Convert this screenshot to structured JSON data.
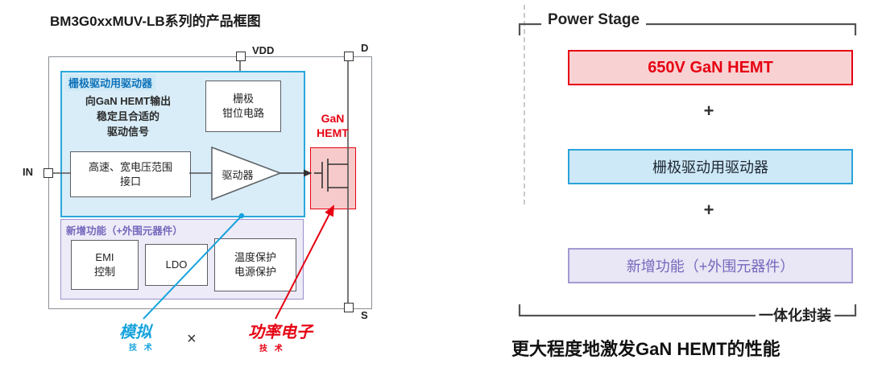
{
  "left": {
    "title": "BM3G0xxMUV-LB系列的产品框图",
    "terminals": {
      "vdd": "VDD",
      "d": "D",
      "in": "IN",
      "s": "S"
    },
    "driver_block": {
      "header": "栅极驱动用驱动器",
      "description": "向GaN HEMT输出\n稳定且合适的\n驱动信号",
      "clamp_box": "栅极\n钳位电路",
      "interface_box": "高速、宽电压范围\n接口",
      "driver_label": "驱动器"
    },
    "gan_hemt_label": "GaN\nHEMT",
    "addon_block": {
      "header": "新增功能（+外围元器件）",
      "emi": "EMI\n控制",
      "ldo": "LDO",
      "protection": "温度保护\n电源保护"
    },
    "annotations": {
      "analog": "模拟",
      "analog_sub": "技 术",
      "times": "×",
      "power": "功率电子",
      "power_sub": "技 术"
    }
  },
  "right": {
    "power_stage": "Power Stage",
    "plus": "+",
    "boxes": [
      {
        "label": "650V GaN HEMT",
        "type": "red"
      },
      {
        "label": "栅极驱动用驱动器",
        "type": "blue"
      },
      {
        "label": "新增功能（+外围元器件）",
        "type": "purple"
      }
    ],
    "package_label": "一体化封装",
    "caption": "更大程度地激发GaN HEMT的性能"
  },
  "colors": {
    "accent_red": "#e60012",
    "accent_blue": "#2aa7dc",
    "accent_purple": "#9a92cc"
  }
}
